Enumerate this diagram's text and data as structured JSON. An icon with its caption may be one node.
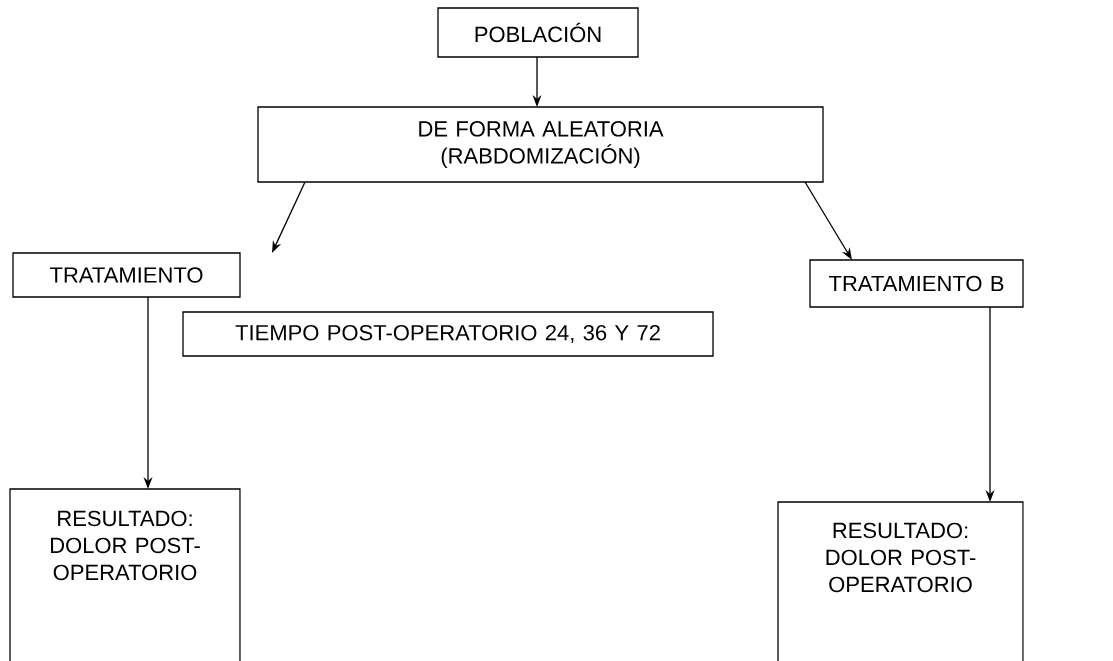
{
  "diagram": {
    "nodes": [
      {
        "text": [
          "POBLACIÓN"
        ]
      },
      {
        "text": [
          "DE FORMA ALEATORIA (RABDOMIZACIÓN)"
        ]
      },
      {
        "text": [
          "TRATAMIENTO"
        ]
      },
      {
        "text": [
          "TRATAMIENTO B"
        ]
      },
      {
        "text": [
          "TIEMPO POST-OPERATORIO 24, 36 Y 72"
        ]
      },
      {
        "text": [
          "RESULTADO: DOLOR POST-OPERATORIO"
        ]
      },
      {
        "text": [
          "RESULTADO: DOLOR POST-OPERATORIO"
        ]
      }
    ],
    "edges": [
      {
        "from": 0,
        "to": 1,
        "arrow": "to"
      },
      {
        "from": 1,
        "to": 2,
        "arrow": "to"
      },
      {
        "from": 1,
        "to": 3,
        "arrow": "to"
      },
      {
        "from": 2,
        "to": 5,
        "arrow": "to"
      },
      {
        "from": 3,
        "to": 6,
        "arrow": "to"
      }
    ]
  }
}
